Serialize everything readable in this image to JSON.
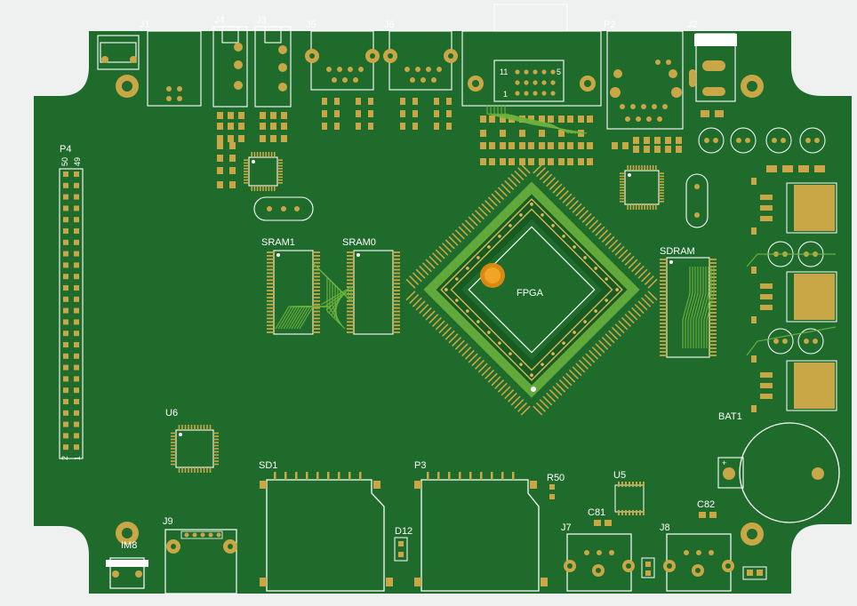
{
  "board": {
    "colors": {
      "background": "#eef1ef",
      "soldermask": "#1f6b2c",
      "soldermask_dark": "#175a22",
      "copper": "#c9a646",
      "copper_light": "#d8b85a",
      "trace": "#6fb43e",
      "silkscreen": "#ffffff",
      "marker": "#f0a020"
    },
    "labels": {
      "j1": "J1",
      "j4": "J4",
      "j3": "J3",
      "j5": "J5",
      "j6": "J6",
      "p2": "P2",
      "j2": "J2",
      "p4": "P4",
      "p4_pin50": "50",
      "p4_pin49": "49",
      "p4_pin2": "2",
      "p4_pin1": "1",
      "sram1": "SRAM1",
      "sram0": "SRAM0",
      "fpga": "FPGA",
      "sdram": "SDRAM",
      "u6": "U6",
      "sd1": "SD1",
      "p3": "P3",
      "r50": "R50",
      "u5": "U5",
      "c81": "C81",
      "c82": "C82",
      "bat1": "BAT1",
      "j9": "J9",
      "d12": "D12",
      "j7": "J7",
      "j8": "J8",
      "im8": "IM8",
      "db_11": "11",
      "db_5": "5",
      "db_1": "1"
    }
  }
}
